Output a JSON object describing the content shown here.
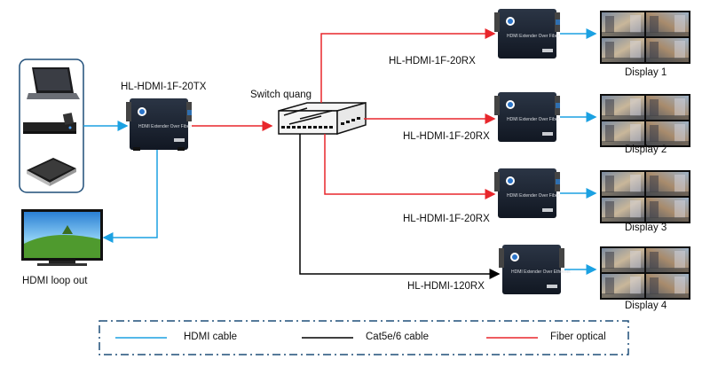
{
  "transmitter": {
    "model": "HL-HDMI-1F-20TX",
    "face_text": "HDMI Extender Over Fiber"
  },
  "switch": {
    "label": "Switch quang"
  },
  "loop_out": {
    "label": "HDMI loop out"
  },
  "receivers": [
    {
      "model": "HL-HDMI-1F-20RX",
      "face_text": "HDMI Extender Over Fiber",
      "display": "Display 1",
      "link": "fiber"
    },
    {
      "model": "HL-HDMI-1F-20RX",
      "face_text": "HDMI Extender Over Fiber",
      "display": "Display 2",
      "link": "fiber"
    },
    {
      "model": "HL-HDMI-1F-20RX",
      "face_text": "HDMI Extender Over Fiber",
      "display": "Display 3",
      "link": "fiber"
    },
    {
      "model": "HL-HDMI-120RX",
      "face_text": "HDMI Extender Over Ethernet",
      "display": "Display 4",
      "link": "cat"
    }
  ],
  "sources": [
    "laptop-icon",
    "blu-ray-player-icon",
    "media-player-icon"
  ],
  "legend": [
    {
      "label": "HDMI cable",
      "color": "#1ba1e2"
    },
    {
      "label": "Cat5e/6 cable",
      "color": "#000000"
    },
    {
      "label": "Fiber optical",
      "color": "#e8262b"
    }
  ],
  "colors": {
    "hdmi": "#1ba1e2",
    "cat": "#000000",
    "fiber": "#e8262b",
    "frame": "#1f4e79"
  }
}
